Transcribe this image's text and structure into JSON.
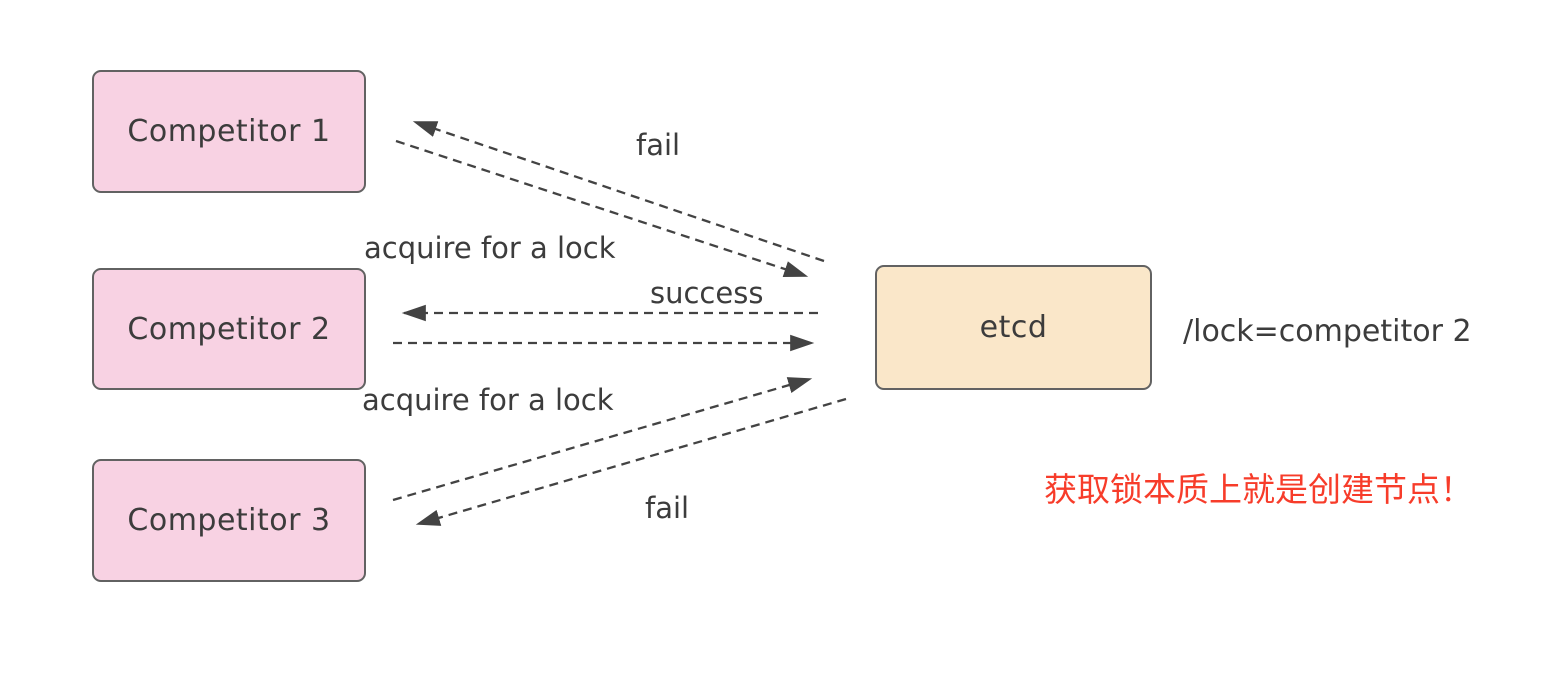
{
  "diagram": {
    "type": "sequence-flow",
    "topic": "etcd distributed lock acquisition",
    "nodes": [
      {
        "id": "competitor1",
        "label": "Competitor 1",
        "fill": "#f8d2e3"
      },
      {
        "id": "competitor2",
        "label": "Competitor 2",
        "fill": "#f8d2e3"
      },
      {
        "id": "competitor3",
        "label": "Competitor 3",
        "fill": "#f8d2e3"
      },
      {
        "id": "etcd",
        "label": "etcd",
        "fill": "#fae7c9"
      }
    ],
    "edges": [
      {
        "from": "etcd",
        "to": "competitor1",
        "label": "fail",
        "style": "dashed"
      },
      {
        "from": "competitor1",
        "to": "etcd",
        "label": "acquire for a lock",
        "style": "dashed"
      },
      {
        "from": "etcd",
        "to": "competitor2",
        "label": "success",
        "style": "dashed"
      },
      {
        "from": "competitor2",
        "to": "etcd",
        "label": "",
        "style": "dashed"
      },
      {
        "from": "competitor3",
        "to": "etcd",
        "label": "acquire for a lock",
        "style": "dashed"
      },
      {
        "from": "etcd",
        "to": "competitor3",
        "label": "fail",
        "style": "dashed"
      }
    ],
    "labels": {
      "fail_top": "fail",
      "acquire_top": "acquire for a lock",
      "success": "success",
      "acquire_bottom": "acquire for a lock",
      "fail_bottom": "fail"
    },
    "annotations": {
      "lock_value": "/lock=competitor 2",
      "note_cn": "获取锁本质上就是创建节点！",
      "note_cn_color": "#f73c2a"
    },
    "colors": {
      "node_pink": "#f8d2e3",
      "node_tan": "#fae7c9",
      "border": "#626262",
      "arrow": "#434343",
      "text": "#3c3c3c",
      "background": "#ffffff"
    }
  }
}
